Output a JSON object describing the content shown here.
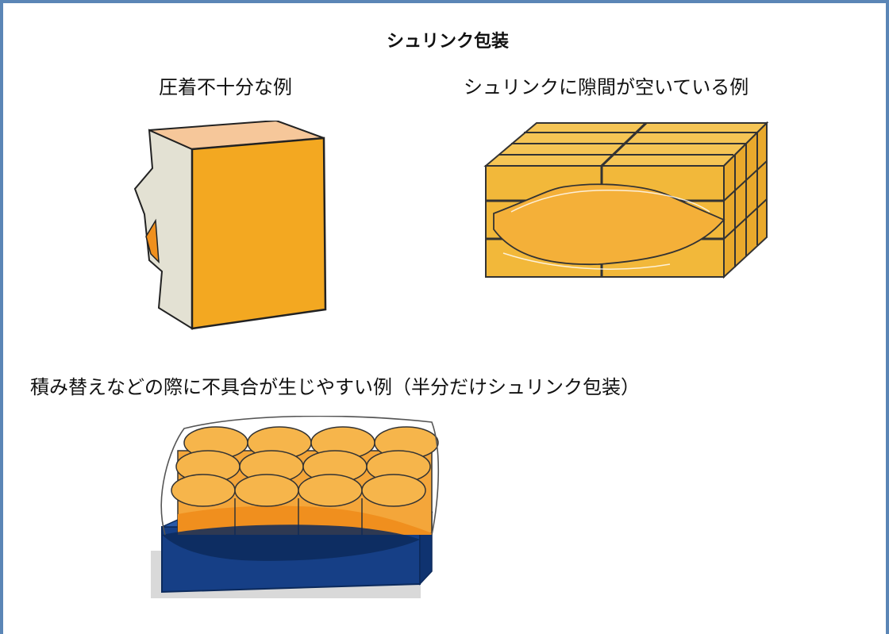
{
  "title": "シュリンク包装",
  "examples": [
    {
      "caption": "圧着不十分な例"
    },
    {
      "caption": "シュリンクに隙間が空いている例"
    },
    {
      "caption": "積み替えなどの際に不具合が生じやすい例（半分だけシュリンク包装）"
    }
  ],
  "colors": {
    "frame_border": "#5b86b6",
    "box_front": "#f3a821",
    "box_top": "#f6c79a",
    "film_side": "#e3e1d3",
    "pallet_blue": "#163f86",
    "can_orange": "#f4a63a"
  }
}
